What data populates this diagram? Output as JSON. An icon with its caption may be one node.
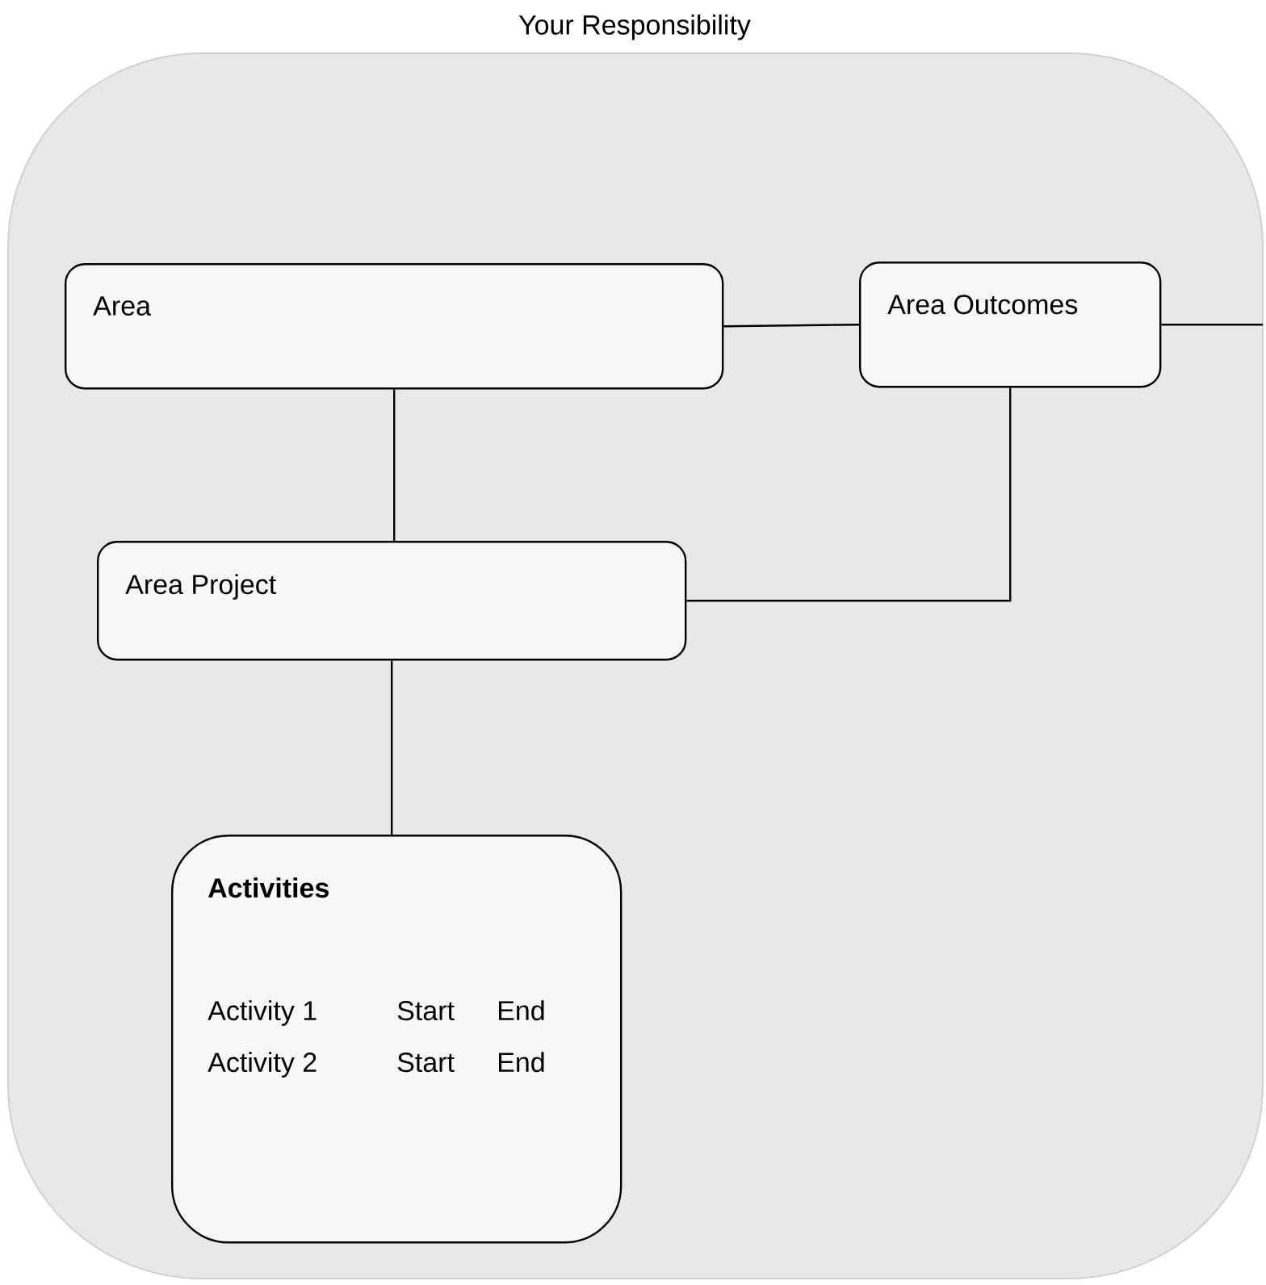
{
  "diagram": {
    "nodes": [
      {
        "text": [
          "Your Responsibility"
        ]
      },
      {
        "text": [
          "Area"
        ],
        "in": 0
      },
      {
        "text": [
          "Area Outcomes"
        ],
        "in": 0
      },
      {
        "text": [
          "Area Project"
        ],
        "in": 0
      },
      {
        "text": [
          "Activities",
          "Activity 1",
          "Start",
          "End",
          "Activity 2",
          "Start",
          "End"
        ],
        "in": 0
      }
    ],
    "edges": [
      {
        "from": 1,
        "to": 2,
        "arrow": "none"
      },
      {
        "from": 2,
        "to": null,
        "arrow": "none"
      },
      {
        "from": 1,
        "to": 3,
        "arrow": "none"
      },
      {
        "from": 2,
        "to": 3,
        "arrow": "none"
      },
      {
        "from": 3,
        "to": 4,
        "arrow": "none"
      }
    ]
  }
}
